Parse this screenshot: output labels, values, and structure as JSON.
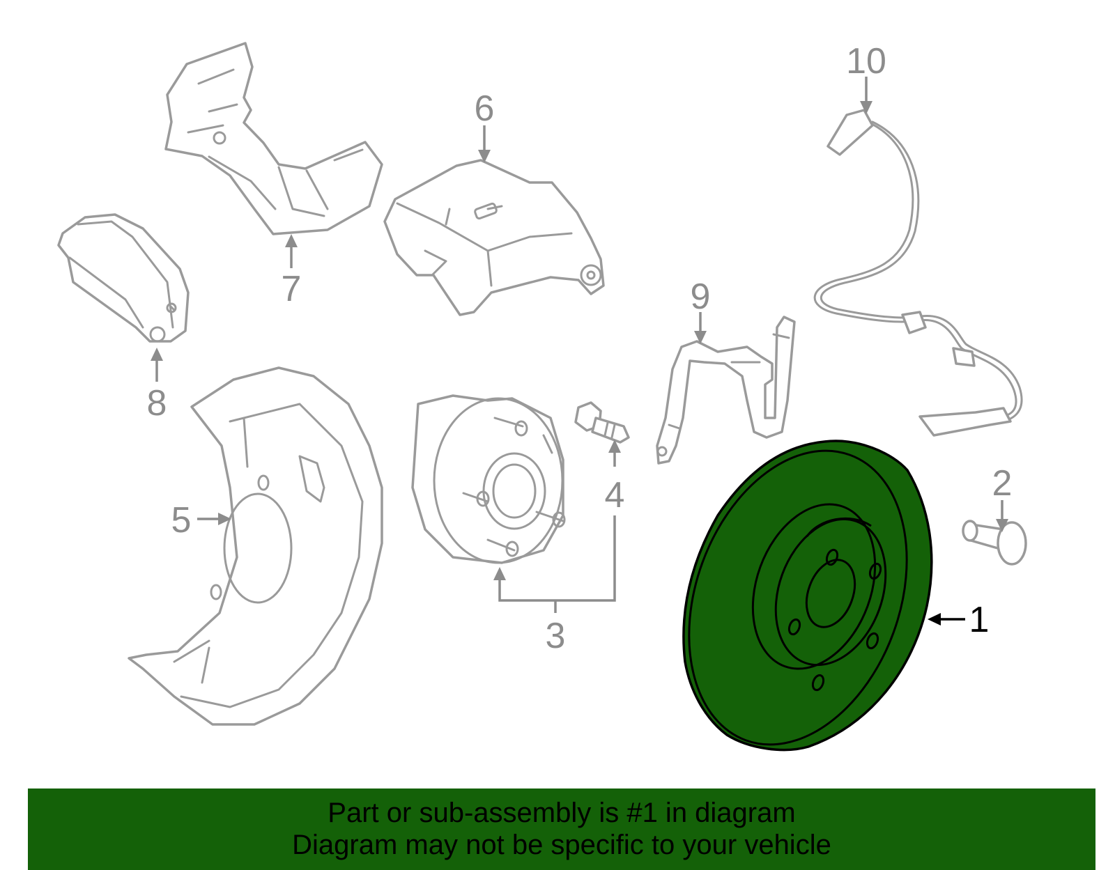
{
  "callouts": {
    "c1": "1",
    "c2": "2",
    "c3": "3",
    "c4": "4",
    "c5": "5",
    "c6": "6",
    "c7": "7",
    "c8": "8",
    "c9": "9",
    "c10": "10"
  },
  "highlighted_part": "1",
  "colors": {
    "highlight": "#146108",
    "line_gray": "#9a9a9a",
    "footer_bg": "#146108"
  },
  "footer": {
    "line1": "Part or sub-assembly is #1 in diagram",
    "line2": "Diagram may not be specific to your vehicle"
  }
}
